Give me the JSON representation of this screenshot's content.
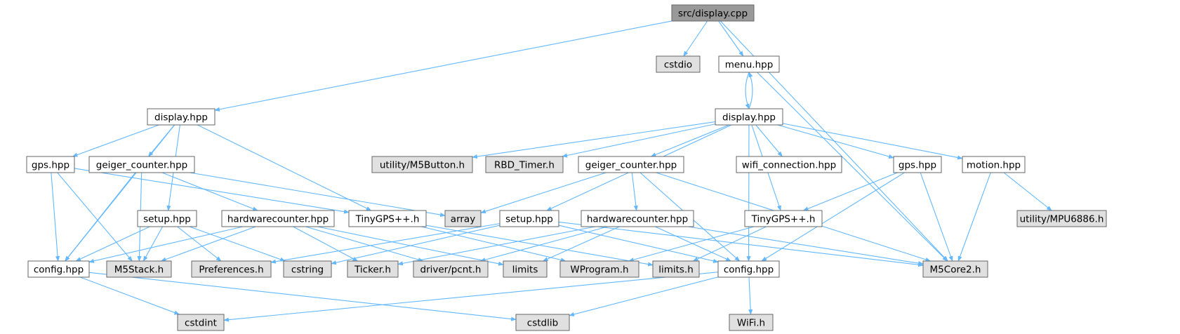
{
  "colors": {
    "root_fill": "#999999",
    "file_fill": "#ffffff",
    "system_fill": "#e0e0e0",
    "edge": "#63b8ff",
    "border": "#666666"
  },
  "nodes": [
    {
      "id": "root",
      "label": "src/display.cpp",
      "kind": "root"
    },
    {
      "id": "cstdio",
      "label": "cstdio",
      "kind": "system"
    },
    {
      "id": "menu",
      "label": "menu.hpp",
      "kind": "file"
    },
    {
      "id": "disp_l",
      "label": "display.hpp",
      "kind": "file"
    },
    {
      "id": "disp_r",
      "label": "display.hpp",
      "kind": "file"
    },
    {
      "id": "gps_l",
      "label": "gps.hpp",
      "kind": "file"
    },
    {
      "id": "geiger_l",
      "label": "geiger_counter.hpp",
      "kind": "file"
    },
    {
      "id": "m5button",
      "label": "utility/M5Button.h",
      "kind": "system"
    },
    {
      "id": "rbd",
      "label": "RBD_Timer.h",
      "kind": "system"
    },
    {
      "id": "geiger_r",
      "label": "geiger_counter.hpp",
      "kind": "file"
    },
    {
      "id": "wifi_conn",
      "label": "wifi_connection.hpp",
      "kind": "file"
    },
    {
      "id": "gps_r",
      "label": "gps.hpp",
      "kind": "file"
    },
    {
      "id": "motion",
      "label": "motion.hpp",
      "kind": "file"
    },
    {
      "id": "setup_l",
      "label": "setup.hpp",
      "kind": "file"
    },
    {
      "id": "hwc_l",
      "label": "hardwarecounter.hpp",
      "kind": "file"
    },
    {
      "id": "tgps_l",
      "label": "TinyGPS++.h",
      "kind": "file"
    },
    {
      "id": "array",
      "label": "array",
      "kind": "system"
    },
    {
      "id": "setup_r",
      "label": "setup.hpp",
      "kind": "file"
    },
    {
      "id": "hwc_r",
      "label": "hardwarecounter.hpp",
      "kind": "file"
    },
    {
      "id": "tgps_r",
      "label": "TinyGPS++.h",
      "kind": "file"
    },
    {
      "id": "mpu",
      "label": "utility/MPU6886.h",
      "kind": "system"
    },
    {
      "id": "config_l",
      "label": "config.hpp",
      "kind": "file"
    },
    {
      "id": "m5stack",
      "label": "M5Stack.h",
      "kind": "system"
    },
    {
      "id": "prefs",
      "label": "Preferences.h",
      "kind": "system"
    },
    {
      "id": "cstring",
      "label": "cstring",
      "kind": "system"
    },
    {
      "id": "ticker",
      "label": "Ticker.h",
      "kind": "system"
    },
    {
      "id": "pcnt",
      "label": "driver/pcnt.h",
      "kind": "system"
    },
    {
      "id": "limits",
      "label": "limits",
      "kind": "system"
    },
    {
      "id": "wprogram",
      "label": "WProgram.h",
      "kind": "system"
    },
    {
      "id": "limits_h",
      "label": "limits.h",
      "kind": "system"
    },
    {
      "id": "config_r",
      "label": "config.hpp",
      "kind": "file"
    },
    {
      "id": "m5core2",
      "label": "M5Core2.h",
      "kind": "system"
    },
    {
      "id": "cstdint",
      "label": "cstdint",
      "kind": "system"
    },
    {
      "id": "cstdlib",
      "label": "cstdlib",
      "kind": "system"
    },
    {
      "id": "wifi_h",
      "label": "WiFi.h",
      "kind": "system"
    }
  ],
  "edges": [
    [
      "root",
      "cstdio"
    ],
    [
      "root",
      "menu"
    ],
    [
      "root",
      "disp_l"
    ],
    [
      "root",
      "m5core2"
    ],
    [
      "menu",
      "disp_r"
    ],
    [
      "disp_r",
      "menu"
    ],
    [
      "menu",
      "m5core2"
    ],
    [
      "disp_l",
      "gps_l"
    ],
    [
      "disp_l",
      "geiger_l"
    ],
    [
      "disp_l",
      "setup_l"
    ],
    [
      "disp_l",
      "tgps_l"
    ],
    [
      "disp_l",
      "config_l"
    ],
    [
      "disp_r",
      "m5button"
    ],
    [
      "disp_r",
      "rbd"
    ],
    [
      "disp_r",
      "geiger_r"
    ],
    [
      "disp_r",
      "wifi_conn"
    ],
    [
      "disp_r",
      "gps_r"
    ],
    [
      "disp_r",
      "motion"
    ],
    [
      "disp_r",
      "setup_r"
    ],
    [
      "disp_r",
      "tgps_r"
    ],
    [
      "disp_r",
      "config_r"
    ],
    [
      "gps_l",
      "config_l"
    ],
    [
      "gps_l",
      "m5stack"
    ],
    [
      "gps_l",
      "tgps_l"
    ],
    [
      "geiger_l",
      "config_l"
    ],
    [
      "geiger_l",
      "m5stack"
    ],
    [
      "geiger_l",
      "hwc_l"
    ],
    [
      "geiger_l",
      "array"
    ],
    [
      "geiger_r",
      "array"
    ],
    [
      "geiger_r",
      "hwc_r"
    ],
    [
      "geiger_r",
      "config_r"
    ],
    [
      "geiger_r",
      "m5core2"
    ],
    [
      "gps_r",
      "tgps_r"
    ],
    [
      "gps_r",
      "config_r"
    ],
    [
      "gps_r",
      "m5core2"
    ],
    [
      "motion",
      "mpu"
    ],
    [
      "motion",
      "m5core2"
    ],
    [
      "setup_l",
      "config_l"
    ],
    [
      "setup_l",
      "m5stack"
    ],
    [
      "setup_l",
      "prefs"
    ],
    [
      "setup_l",
      "cstring"
    ],
    [
      "hwc_l",
      "config_l"
    ],
    [
      "hwc_l",
      "m5stack"
    ],
    [
      "hwc_l",
      "ticker"
    ],
    [
      "hwc_l",
      "pcnt"
    ],
    [
      "hwc_l",
      "limits"
    ],
    [
      "tgps_l",
      "wprogram"
    ],
    [
      "tgps_l",
      "limits_h"
    ],
    [
      "setup_r",
      "prefs"
    ],
    [
      "setup_r",
      "cstring"
    ],
    [
      "setup_r",
      "config_r"
    ],
    [
      "setup_r",
      "m5core2"
    ],
    [
      "hwc_r",
      "ticker"
    ],
    [
      "hwc_r",
      "pcnt"
    ],
    [
      "hwc_r",
      "limits"
    ],
    [
      "hwc_r",
      "config_r"
    ],
    [
      "hwc_r",
      "m5core2"
    ],
    [
      "tgps_r",
      "wprogram"
    ],
    [
      "tgps_r",
      "limits_h"
    ],
    [
      "config_l",
      "cstdint"
    ],
    [
      "config_l",
      "cstdlib"
    ],
    [
      "config_r",
      "cstdint"
    ],
    [
      "config_r",
      "cstdlib"
    ],
    [
      "config_r",
      "wifi_h"
    ]
  ]
}
